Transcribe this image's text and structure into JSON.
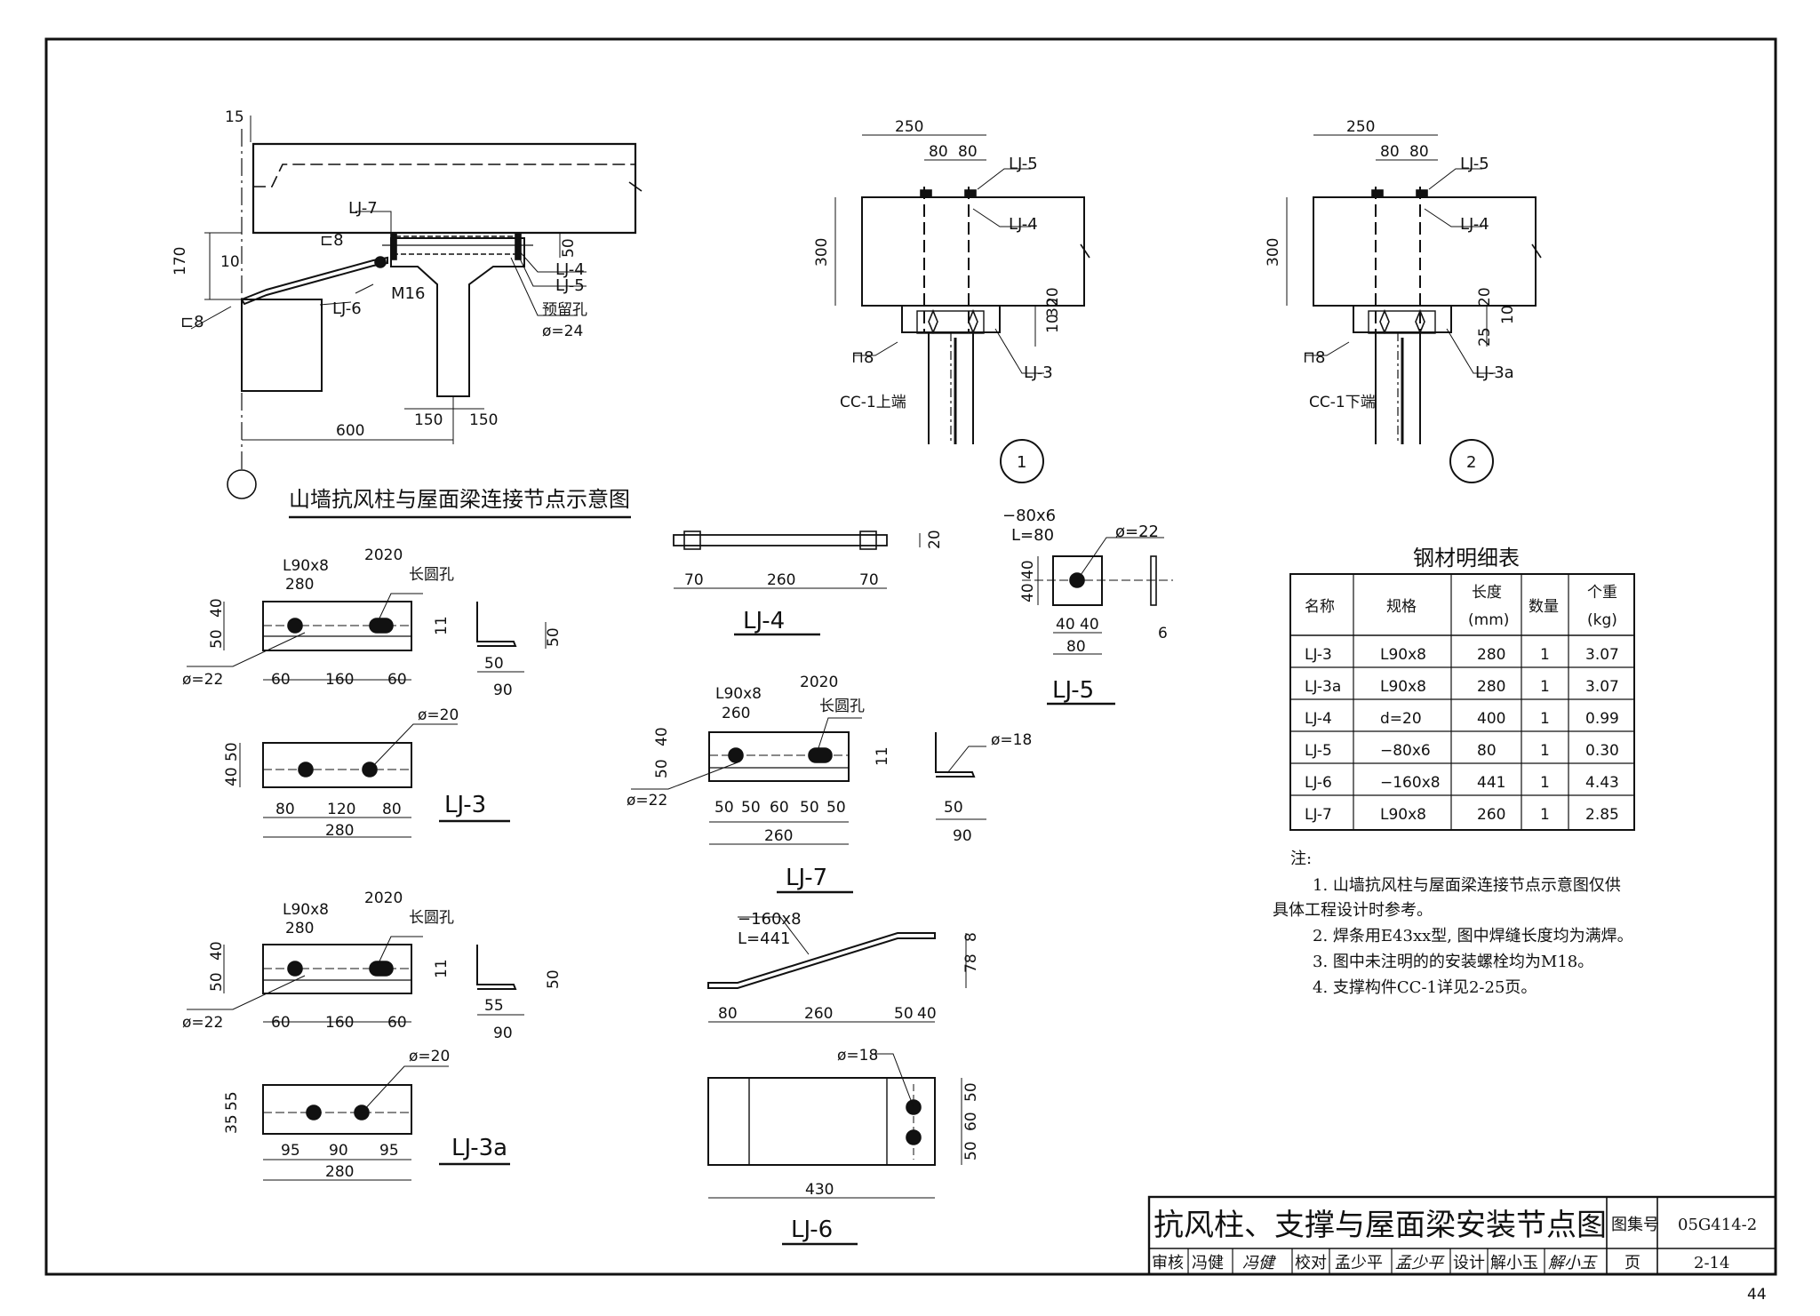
{
  "drawing": {
    "main_title": "山墙抗风柱与屋面梁连接节点示意图",
    "main_labels": {
      "lj7": "LJ-7",
      "weld_l8a": "⊏8",
      "lj6": "LJ-6",
      "m16": "M16",
      "lj4": "LJ-4",
      "lj5": "LJ-5",
      "hole": "预留孔",
      "hole_d": "ø=24",
      "weld_l8b": "⊏8"
    },
    "main_dims": {
      "d15": "15",
      "d170": "170",
      "d10": "10",
      "d50": "50",
      "d150a": "150",
      "d150b": "150",
      "d600": "600"
    },
    "node1": {
      "d250": "250",
      "d80a": "80",
      "d80b": "80",
      "d300": "300",
      "d20": "20",
      "d10": "10",
      "d30": "30",
      "lj5": "LJ-5",
      "lj4": "LJ-4",
      "lj3": "LJ-3",
      "weld": "⊓8",
      "cc": "CC-1上端",
      "circle": "1"
    },
    "node2": {
      "d250": "250",
      "d80a": "80",
      "d80b": "80",
      "d300": "300",
      "d20": "20",
      "d25": "25",
      "d10": "10",
      "lj5": "LJ-5",
      "lj4": "LJ-4",
      "lj3a": "LJ-3a",
      "weld": "⊓8",
      "cc": "CC-1下端",
      "circle": "2"
    },
    "lj3": {
      "name": "LJ-3",
      "section": "L90x8",
      "len": "280",
      "d2020": "2020",
      "slot": "长圆孔",
      "d50": "50",
      "d40": "40",
      "d11": "11",
      "phi22": "ø=22",
      "d60a": "60",
      "d160": "160",
      "d60b": "60",
      "side50": "50",
      "side50b": "50",
      "side90": "90",
      "phi20": "ø=20",
      "d40b": "40",
      "d50b": "50",
      "d80a": "80",
      "d120": "120",
      "d80b": "80",
      "d280": "280"
    },
    "lj3a": {
      "name": "LJ-3a",
      "section": "L90x8",
      "len": "280",
      "d2020": "2020",
      "slot": "长圆孔",
      "d50": "50",
      "d40": "40",
      "d11": "11",
      "phi22": "ø=22",
      "d60a": "60",
      "d160": "160",
      "d60b": "60",
      "side50": "50",
      "side55": "55",
      "side90": "90",
      "phi20": "ø=20",
      "d35": "35",
      "d55": "55",
      "d95a": "95",
      "d90": "90",
      "d95b": "95",
      "d280": "280"
    },
    "lj4": {
      "name": "LJ-4",
      "d70a": "70",
      "d260": "260",
      "d70b": "70",
      "d20": "20"
    },
    "lj5": {
      "name": "LJ-5",
      "section": "−80x6",
      "length": "L=80",
      "phi": "ø=22",
      "d40a": "40",
      "d40b": "40",
      "d40c": "40",
      "d40d": "40",
      "d80": "80",
      "d6": "6"
    },
    "lj7": {
      "name": "LJ-7",
      "section": "L90x8",
      "len": "260",
      "d2020": "2020",
      "slot": "长圆孔",
      "d50": "50",
      "d40": "40",
      "d11": "11",
      "phi22": "ø=22",
      "phi18": "ø=18",
      "d50a": "50",
      "d50b": "50",
      "d60": "60",
      "d50c": "50",
      "d50d": "50",
      "d260": "260",
      "side50": "50",
      "side90": "90"
    },
    "lj6": {
      "name": "LJ-6",
      "section": "−160x8",
      "length": "L=441",
      "d8": "8",
      "d78": "78",
      "d80": "80",
      "d260": "260",
      "d50": "50",
      "d40": "40",
      "phi18": "ø=18",
      "d50a": "50",
      "d60": "60",
      "d50b": "50",
      "d430": "430"
    }
  },
  "table": {
    "title": "钢材明细表",
    "headers": [
      "名称",
      "规格",
      "长度",
      "(mm)",
      "数量",
      "个重",
      "(kg)"
    ],
    "rows": [
      [
        "LJ-3",
        "L90x8",
        "280",
        "1",
        "3.07"
      ],
      [
        "LJ-3a",
        "L90x8",
        "280",
        "1",
        "3.07"
      ],
      [
        "LJ-4",
        "d=20",
        "400",
        "1",
        "0.99"
      ],
      [
        "LJ-5",
        "−80x6",
        "80",
        "1",
        "0.30"
      ],
      [
        "LJ-6",
        "−160x8",
        "441",
        "1",
        "4.43"
      ],
      [
        "LJ-7",
        "L90x8",
        "260",
        "1",
        "2.85"
      ]
    ]
  },
  "notes": {
    "heading": "注:",
    "lines": [
      "1.  山墙抗风柱与屋面梁连接节点示意图仅供",
      "具体工程设计时参考。",
      "2.  焊条用E43xx型, 图中焊缝长度均为满焊。",
      "3.  图中未注明的的安装螺栓均为M18。",
      "4.  支撑构件CC-1详见2-25页。"
    ]
  },
  "title_block": {
    "title": "抗风柱、支撑与屋面梁安装节点图",
    "atlas_label": "图集号",
    "atlas_no": "05G414-2",
    "review_label": "审核",
    "reviewer": "冯健",
    "reviewer_sig": "冯健",
    "check_label": "校对",
    "checker": "孟少平",
    "checker_sig": "孟少平",
    "design_label": "设计",
    "designer": "解小玉",
    "designer_sig": "解小玉",
    "page_label": "页",
    "page_no": "2-14"
  },
  "sheet_number": "44"
}
